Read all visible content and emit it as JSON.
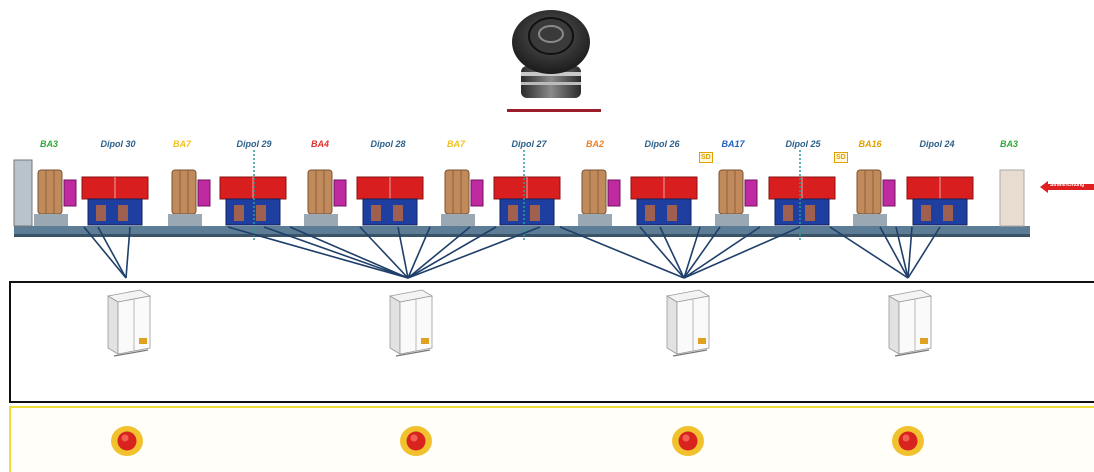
{
  "segment_labels": [
    {
      "text": "BA3",
      "color": "#2eaa3a"
    },
    {
      "text": "Dipol 30",
      "color": "#2b5f8a"
    },
    {
      "text": "BA7",
      "color": "#f0c020"
    },
    {
      "text": "Dipol 29",
      "color": "#2b5f8a"
    },
    {
      "text": "BA4",
      "color": "#e03030"
    },
    {
      "text": "Dipol 28",
      "color": "#2b5f8a"
    },
    {
      "text": "BA7",
      "color": "#f0c020"
    },
    {
      "text": "Dipol 27",
      "color": "#2b5f8a"
    },
    {
      "text": "BA2",
      "color": "#f08020"
    },
    {
      "text": "Dipol 26",
      "color": "#2b5f8a"
    },
    {
      "text": "BA17",
      "color": "#2060c0"
    },
    {
      "text": "Dipol 25",
      "color": "#2b5f8a"
    },
    {
      "text": "BA16",
      "color": "#e0a000"
    },
    {
      "text": "Dipol 24",
      "color": "#2b5f8a"
    },
    {
      "text": "BA3",
      "color": "#2eaa3a"
    }
  ],
  "sd_badge": "SD",
  "direction_label": "Strahlrichtung",
  "colors": {
    "dipole_red": "#d81e1e",
    "support_blue": "#1f3fa0",
    "quad_copper": "#c08a5a",
    "magenta": "#c02aa0",
    "base_steel": "#5c7d95",
    "wire": "#1f3f6a",
    "panel_border": "#111111",
    "estop_border": "#f1dc3c",
    "button_underline": "#9b1c2a"
  },
  "icons": {
    "top_button": "push-button-icon",
    "cabinet": "electrical-cabinet-icon",
    "estop": "emergency-stop-icon"
  }
}
